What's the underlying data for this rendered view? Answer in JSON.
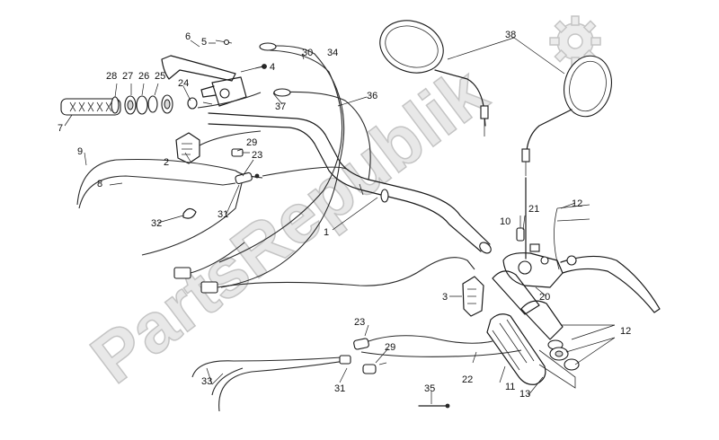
{
  "watermark": {
    "text": "PartsRepublik",
    "color": "#c4c4c4"
  },
  "callouts": {
    "c1": "1",
    "c2": "2",
    "c3": "3",
    "c4": "4",
    "c5": "5",
    "c6": "6",
    "c7": "7",
    "c8": "8",
    "c9": "9",
    "c10": "10",
    "c11": "11",
    "c12a": "12",
    "c12b": "12",
    "c13": "13",
    "c20": "20",
    "c21": "21",
    "c22": "22",
    "c23a": "23",
    "c23b": "23",
    "c24": "24",
    "c25": "25",
    "c26": "26",
    "c27": "27",
    "c28": "28",
    "c29a": "29",
    "c29b": "29",
    "c30": "30",
    "c31a": "31",
    "c31b": "31",
    "c32": "32",
    "c33": "33",
    "c34": "34",
    "c35": "35",
    "c36": "36",
    "c37": "37",
    "c38": "38"
  }
}
